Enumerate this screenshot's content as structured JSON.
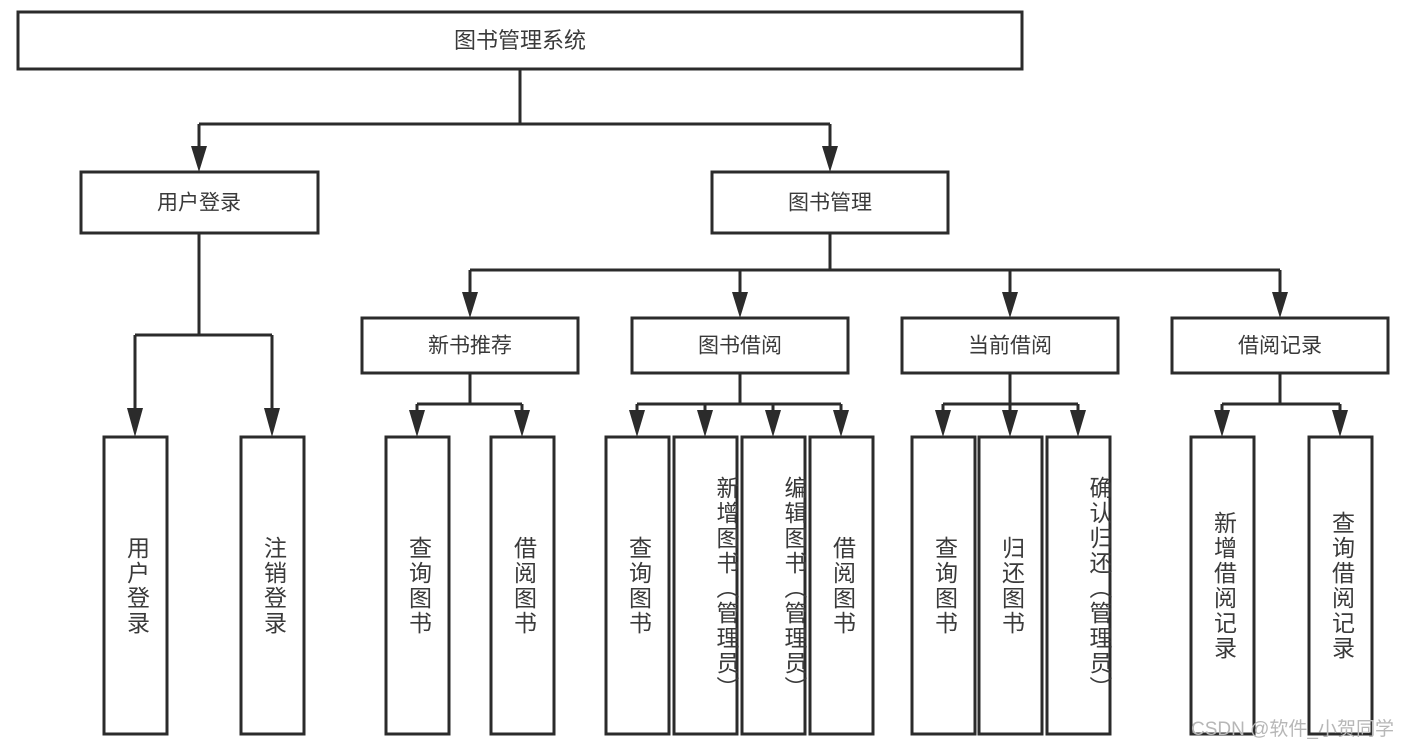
{
  "diagram": {
    "type": "tree",
    "title": "图书管理系统",
    "orientation": "top-down",
    "colors": {
      "box_stroke": "#2b2b2b",
      "box_fill": "#ffffff",
      "text": "#3a3a3a",
      "background": "#ffffff",
      "watermark": "#b7b7b7"
    },
    "root": {
      "label": "图书管理系统"
    },
    "level2": [
      {
        "label": "用户登录"
      },
      {
        "label": "图书管理"
      }
    ],
    "level3": [
      {
        "label": "新书推荐"
      },
      {
        "label": "图书借阅"
      },
      {
        "label": "当前借阅"
      },
      {
        "label": "借阅记录"
      }
    ],
    "leaves": {
      "user_login": [
        {
          "label": "用户登录"
        },
        {
          "label": "注销登录"
        }
      ],
      "new_book": [
        {
          "label": "查询图书"
        },
        {
          "label": "借阅图书"
        }
      ],
      "book_borrow": [
        {
          "label": "查询图书"
        },
        {
          "label": "新增图书（管理员）"
        },
        {
          "label": "编辑图书（管理员）"
        },
        {
          "label": "借阅图书"
        }
      ],
      "current_borrow": [
        {
          "label": "查询图书"
        },
        {
          "label": "归还图书"
        },
        {
          "label": "确认归还（管理员）"
        }
      ],
      "borrow_record": [
        {
          "label": "新增借阅记录"
        },
        {
          "label": "查询借阅记录"
        }
      ]
    }
  },
  "watermark": {
    "text": "CSDN @软件_小贺同学"
  }
}
